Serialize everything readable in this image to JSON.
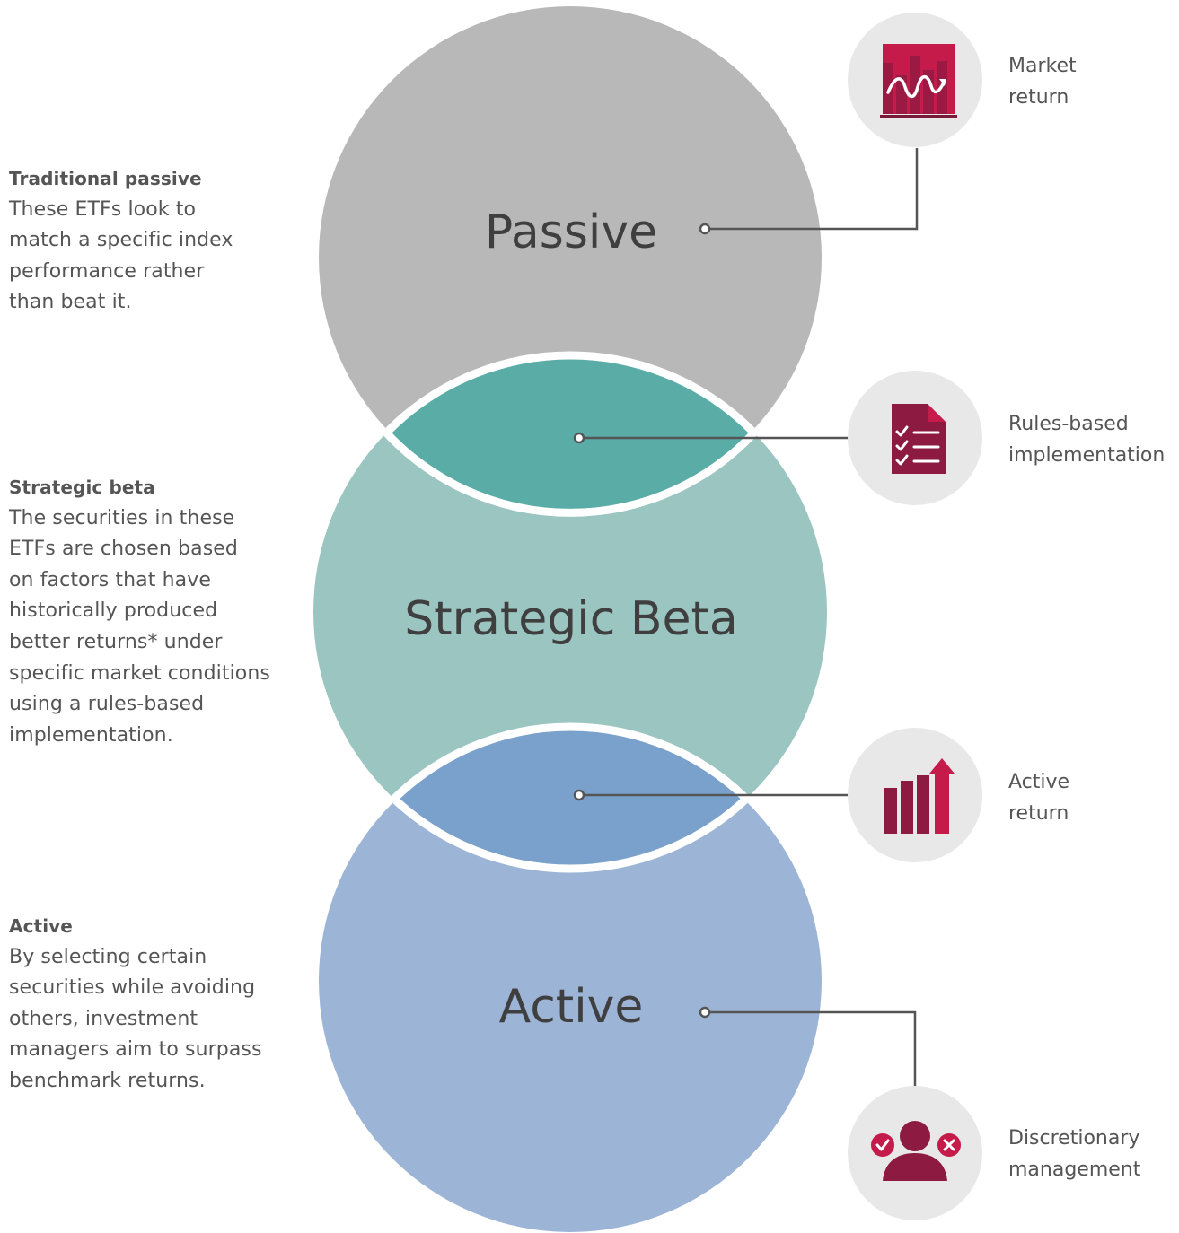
{
  "circles": {
    "passive": {
      "label": "Passive"
    },
    "strategic": {
      "label": "Strategic Beta"
    },
    "active": {
      "label": "Active"
    }
  },
  "descriptions": [
    {
      "heading": "Traditional passive",
      "body": "These ETFs  look to\nmatch a specific index\nperformance rather\nthan beat it."
    },
    {
      "heading": "Strategic beta",
      "body": "The securities in these\nETFs are chosen based\non factors that have\nhistorically produced\nbetter returns* under\nspecific market conditions\nusing a rules-based\nimplementation."
    },
    {
      "heading": "Active",
      "body": "By selecting certain\nsecurities while avoiding\nothers, investment\nmanagers aim to surpass\nbenchmark returns."
    }
  ],
  "features": [
    {
      "label": "Market\nreturn",
      "icon": "market-chart-icon"
    },
    {
      "label": "Rules-based\nimplementation",
      "icon": "checklist-document-icon"
    },
    {
      "label": "Active\nreturn",
      "icon": "bar-growth-arrow-icon"
    },
    {
      "label": "Discretionary\nmanagement",
      "icon": "person-approve-reject-icon"
    }
  ],
  "colors": {
    "passive_circle": "#b7b8b7",
    "strategic_circle": "#9bc5c1",
    "active_circle": "#9cb4d6",
    "overlap_top": "#5aaca6",
    "overlap_bottom": "#79a1cb",
    "icon_background": "#e8e8e8",
    "icon_primary": "#c41b4a",
    "icon_dark": "#8c1a41",
    "connector": "#555555"
  }
}
